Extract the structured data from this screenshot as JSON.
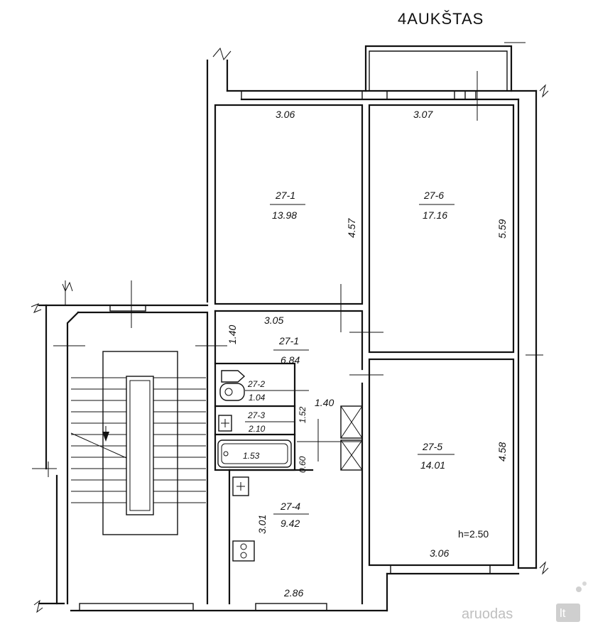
{
  "title": "4AUKŠTAS",
  "ceiling_height": "h=2.50",
  "rooms": [
    {
      "id": "27-1",
      "area": "13.98",
      "width": "3.06",
      "length": "4.57"
    },
    {
      "id": "27-6",
      "area": "17.16",
      "width": "3.07",
      "length": "5.59"
    },
    {
      "id": "27-1",
      "area": "6.84",
      "width": "3.05",
      "length": "1.40"
    },
    {
      "id": "27-2",
      "area": "1.04",
      "length": "1.40"
    },
    {
      "id": "27-3",
      "area": "2.10",
      "length": "1.52"
    },
    {
      "id": "27-4",
      "area": "9.42",
      "width": "2.86",
      "length": "3.01"
    },
    {
      "id": "27-5",
      "area": "14.01",
      "width": "3.06",
      "length": "4.58"
    }
  ],
  "bath_length": "1.53",
  "niche_depth": "0.60",
  "watermark": {
    "text": "aruodas",
    "suffix": "lt"
  }
}
